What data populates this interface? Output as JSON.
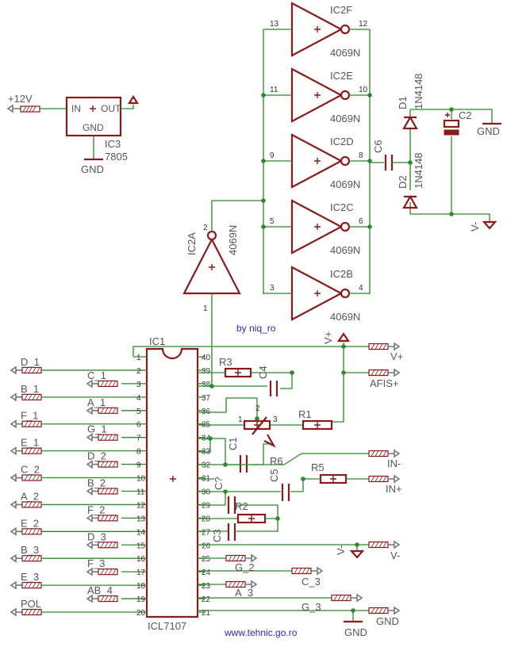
{
  "colors": {
    "wire": "#2b8a2b",
    "part": "#8b1a1a",
    "label": "#555555",
    "credit": "#2a2ab0"
  },
  "credits": {
    "author": "by niq_ro",
    "site": "www.tehnic.go.ro"
  },
  "regulator": {
    "name": "IC3",
    "value": "7805",
    "pin_in": "IN",
    "pin_out": "OUT",
    "pin_gnd": "GND",
    "supply_label": "+12V",
    "gnd_label": "GND"
  },
  "inverters": [
    {
      "name": "IC2F",
      "value": "4069N",
      "pin_in": "13",
      "pin_out": "12"
    },
    {
      "name": "IC2E",
      "value": "4069N",
      "pin_in": "11",
      "pin_out": "10"
    },
    {
      "name": "IC2D",
      "value": "4069N",
      "pin_in": "9",
      "pin_out": "8"
    },
    {
      "name": "IC2C",
      "value": "4069N",
      "pin_in": "5",
      "pin_out": "6"
    },
    {
      "name": "IC2B",
      "value": "4069N",
      "pin_in": "3",
      "pin_out": "4"
    }
  ],
  "ic2a": {
    "name": "IC2A",
    "value": "4069N",
    "pin_in": "1",
    "pin_out": "2"
  },
  "pump": {
    "c6": "C6",
    "d1": "D1",
    "d1_value": "1N4148",
    "d2": "D2",
    "d2_value": "1N4148",
    "c2": "C2",
    "gnd_label": "GND",
    "vminus_label": "V-"
  },
  "ic1": {
    "name": "IC1",
    "value": "ICL7107",
    "left_pins": [
      "1",
      "2",
      "3",
      "4",
      "5",
      "6",
      "7",
      "8",
      "9",
      "10",
      "11",
      "12",
      "13",
      "14",
      "15",
      "16",
      "17",
      "18",
      "19",
      "20"
    ],
    "right_pins": [
      "40",
      "39",
      "38",
      "37",
      "36",
      "35",
      "34",
      "33",
      "32",
      "31",
      "30",
      "29",
      "28",
      "27",
      "26",
      "25",
      "24",
      "23",
      "22",
      "21"
    ]
  },
  "segments_left": [
    {
      "outer": "D_1",
      "inner": "C_1"
    },
    {
      "outer": "B_1",
      "inner": "A_1"
    },
    {
      "outer": "F_1",
      "inner": "G_1"
    },
    {
      "outer": "E_1",
      "inner": "D_2"
    },
    {
      "outer": "C_2",
      "inner": "B_2"
    },
    {
      "outer": "A_2",
      "inner": "F_2"
    },
    {
      "outer": "E_2",
      "inner": "D_3"
    },
    {
      "outer": "B_3",
      "inner": "F_3"
    },
    {
      "outer": "E_3",
      "inner": "AB_4"
    },
    {
      "outer": "POL",
      "inner": ""
    }
  ],
  "right_side": {
    "vplus": "V+",
    "r3": "R3",
    "c4": "C4",
    "r1": "R1",
    "r4_pins": [
      "1",
      "2",
      "3"
    ],
    "c1": "C1",
    "r6": "R6",
    "r5": "R5",
    "c5": "C5",
    "c3": "C3",
    "r2": "R2",
    "c7": "C?",
    "vminus": "V-",
    "gnd": "GND",
    "g2": "G_2",
    "c3seg": "C_3",
    "a3": "A_3",
    "g3": "G_3",
    "conn_vplus": "V+",
    "conn_afis": "AFIS+",
    "conn_in_minus": "IN-",
    "conn_in_plus": "IN+",
    "conn_vminus": "V-",
    "conn_gnd": "GND"
  }
}
